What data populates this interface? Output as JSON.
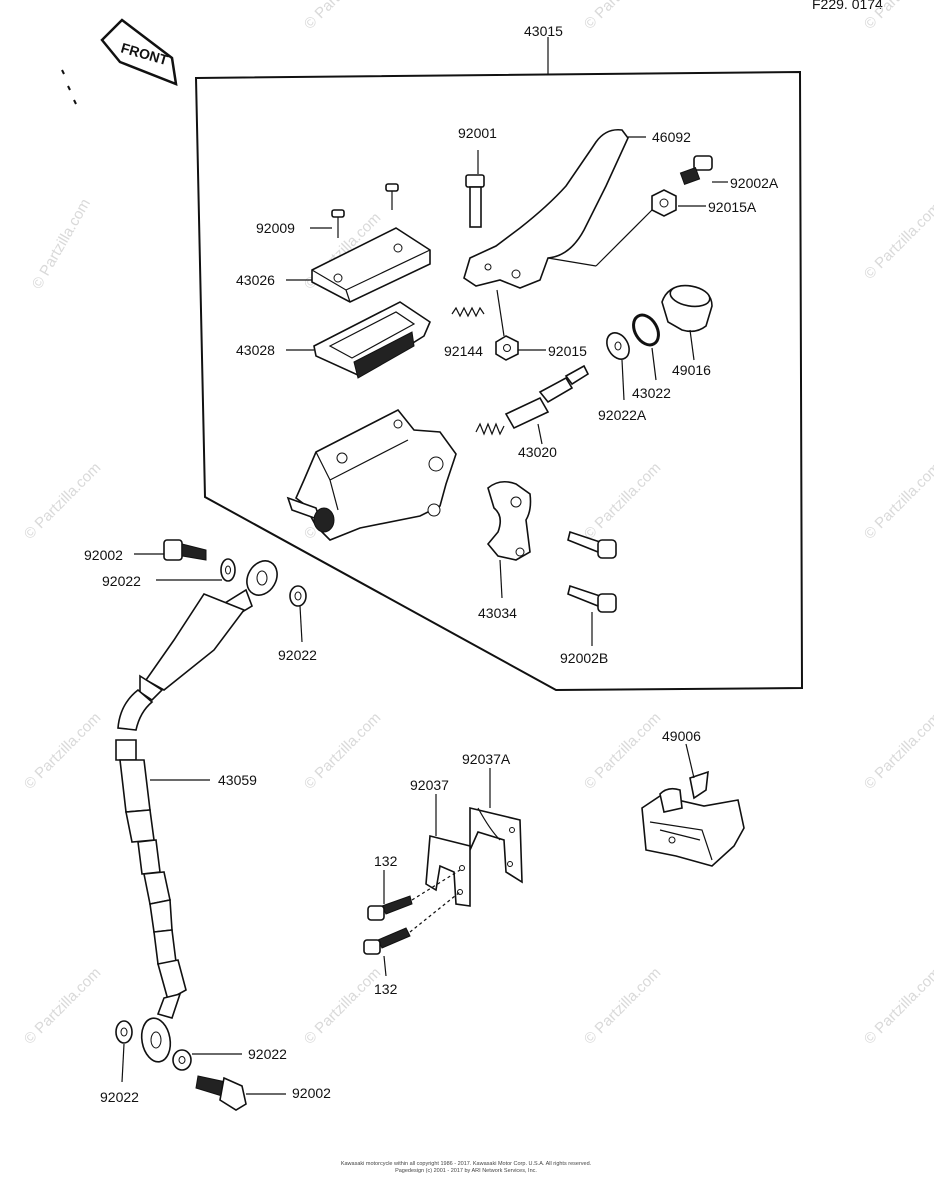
{
  "page_ref": "F229. 0174",
  "front_label": "FRONT",
  "watermark": "© Partzilla.com",
  "footer": {
    "line1": "Kawasaki motorcycle within all copyright 1986 - 2017. Kawasaki Motor Corp. U.S.A. All rights reserved.",
    "line2": "Pagedesign (c) 2001 - 2017 by ARI Network Services, Inc."
  },
  "part_numbers": {
    "assembly": "43015",
    "pin_92001": "92001",
    "lever": "46092",
    "bolt_92002A": "92002A",
    "nut_92015A": "92015A",
    "screw_92009": "92009",
    "cap": "43026",
    "diaphragm": "43028",
    "spring_92144": "92144",
    "nut_92015": "92015",
    "washer_92022A": "92022A",
    "circlip": "43022",
    "boot": "49016",
    "piston_kit": "43020",
    "clamp": "43034",
    "bolt_92002B": "92002B",
    "banjo_bolt_top": "92002",
    "washer_top_left": "92022",
    "washer_top_right": "92022",
    "hose": "43059",
    "bracket_92037A": "92037A",
    "bracket_92037": "92037",
    "bolt_132_upper": "132",
    "bolt_132_lower": "132",
    "switch": "49006",
    "washer_bottom_right": "92022",
    "washer_bottom_left": "92022",
    "banjo_bolt_bottom": "92002"
  }
}
